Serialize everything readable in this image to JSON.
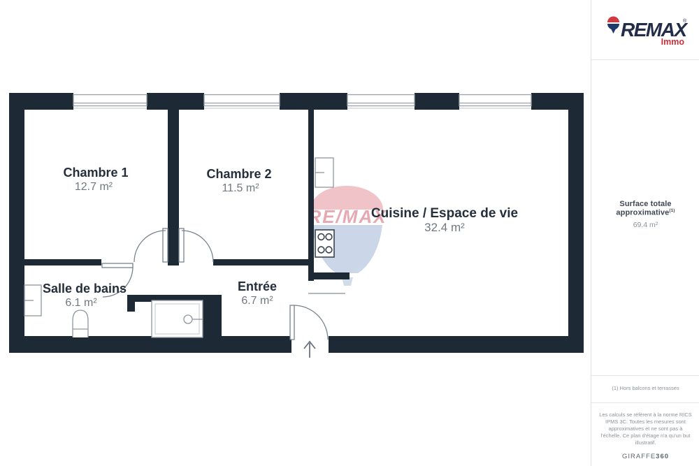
{
  "branding": {
    "name": "REMAX",
    "registered": "®",
    "sub": "Immo"
  },
  "floorplan": {
    "watermark_text": "RE/MAX",
    "rooms": [
      {
        "name": "Chambre 1",
        "area": "12.7 m²"
      },
      {
        "name": "Chambre 2",
        "area": "11.5 m²"
      },
      {
        "name": "Cuisine / Espace de vie",
        "area": "32.4 m²"
      },
      {
        "name": "Salle de bains",
        "area": "6.1 m²"
      },
      {
        "name": "Entrée",
        "area": "6.7 m²"
      }
    ]
  },
  "sidebar": {
    "surface_label": "Surface totale approximative",
    "surface_sup": "(1)",
    "surface_value": "69.4 m²",
    "footnote": "(1) Hors balcons et terrasses",
    "legal_lines": [
      "Les calculs se réfèrent à la norme RICS",
      "IPMS 3C. Toutes les mesures sont",
      "approximatives et ne sont pas à",
      "l'échelle. Ce plan d'étage n'a qu'un but",
      "illustratif."
    ],
    "credit": {
      "brand": "GIRAFFE",
      "suffix": "360"
    }
  },
  "colors": {
    "wall": "#1e2936",
    "room_label": "#252e3b",
    "area_text": "#717880",
    "brand_navy": "#232c48",
    "brand_red": "#cf2e38",
    "watermark_red": "#eeb9bf",
    "watermark_blue": "#c2d1e4"
  }
}
